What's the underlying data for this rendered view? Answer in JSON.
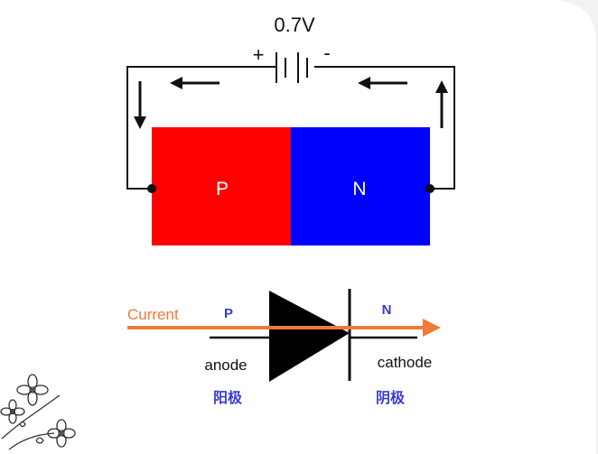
{
  "battery": {
    "voltage_label": "0.7V",
    "plus": "+",
    "minus": "-"
  },
  "junction": {
    "p_label": "P",
    "n_label": "N",
    "p_color": "#ff0000",
    "n_color": "#0000ff"
  },
  "diode": {
    "current_label": "Current",
    "p_label": "P",
    "n_label": "N",
    "anode_label": "anode",
    "cathode_label": "cathode",
    "anode_cn": "阳极",
    "cathode_cn": "阴极",
    "current_color": "#f07a3a",
    "label_color": "#3a3ad0"
  },
  "icons": [
    "arrow-left-icon",
    "arrow-down-icon",
    "arrow-up-icon",
    "diode-symbol-icon",
    "flower-doodle-icon"
  ]
}
